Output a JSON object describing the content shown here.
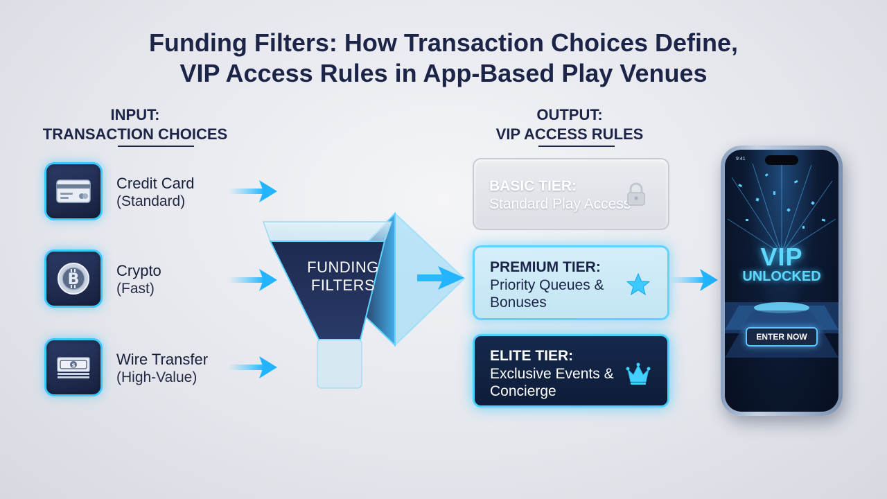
{
  "title_line1": "Funding Filters: How Transaction Choices Define,",
  "title_line2": "VIP Access Rules in App-Based Play Venues",
  "input_heading": {
    "line1": "INPUT:",
    "line2": "TRANSACTION CHOICES"
  },
  "output_heading": {
    "line1": "OUTPUT:",
    "line2": "VIP ACCESS RULES"
  },
  "inputs": [
    {
      "name": "Credit Card",
      "detail": "(Standard)",
      "icon": "credit-card-icon"
    },
    {
      "name": "Crypto",
      "detail": "(Fast)",
      "icon": "bitcoin-icon"
    },
    {
      "name": "Wire Transfer",
      "detail": "(High-Value)",
      "icon": "banknote-icon"
    }
  ],
  "funnel": {
    "line1": "FUNDING",
    "line2": "FILTERS"
  },
  "tiers": [
    {
      "title": "BASIC TIER:",
      "desc": "Standard Play Access",
      "icon": "lock-icon"
    },
    {
      "title": "PREMIUM TIER:",
      "desc": "Priority Queues & Bonuses",
      "icon": "star-icon"
    },
    {
      "title": "ELITE TIER:",
      "desc": "Exclusive Events & Concierge",
      "icon": "crown-icon"
    }
  ],
  "phone": {
    "time": "9:41",
    "vip": "VIP",
    "unlocked": "UNLOCKED",
    "button": "ENTER NOW"
  },
  "colors": {
    "accent": "#3ec7ff",
    "navy": "#1c2447",
    "tile": "#1f2a4d"
  }
}
